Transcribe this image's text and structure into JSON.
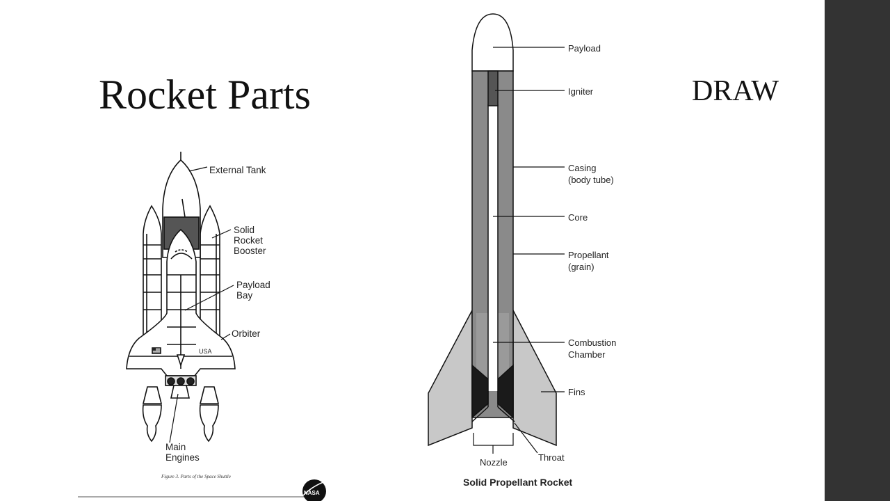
{
  "slide": {
    "title": "Rocket Parts",
    "draw_label": "DRAW",
    "sidebar_color": "#333333"
  },
  "shuttle": {
    "labels": {
      "external_tank": "External Tank",
      "srb_line1": "Solid",
      "srb_line2": "Rocket",
      "srb_line3": "Booster",
      "payload_bay_line1": "Payload",
      "payload_bay_line2": "Bay",
      "orbiter": "Orbiter",
      "usa": "USA",
      "main_engines_line1": "Main",
      "main_engines_line2": "Engines"
    },
    "caption": "Figure 3.  Parts of the Space Shuttle",
    "logo_text": "NASA"
  },
  "rocket": {
    "labels": {
      "payload": "Payload",
      "igniter": "Igniter",
      "casing_line1": "Casing",
      "casing_line2": "(body tube)",
      "core": "Core",
      "propellant_line1": "Propellant",
      "propellant_line2": "(grain)",
      "combustion_line1": "Combustion",
      "combustion_line2": "Chamber",
      "fins": "Fins",
      "nozzle": "Nozzle",
      "throat": "Throat"
    },
    "caption": "Solid Propellant Rocket",
    "colors": {
      "casing": "#8a8a8a",
      "fins": "#c8c8c8",
      "nozzle": "#1a1a1a"
    }
  }
}
